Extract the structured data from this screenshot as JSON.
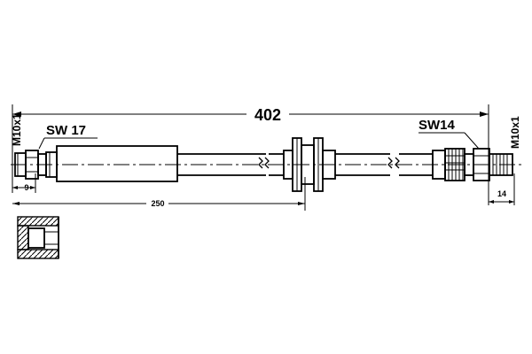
{
  "dimensions": {
    "overall_length": "402",
    "inner_length": "250",
    "left_fitting_length": "9",
    "right_fitting_length": "14"
  },
  "threads": {
    "left": "M10x1",
    "right": "M10x1"
  },
  "wrench_sizes": {
    "left": "SW 17",
    "right": "SW14"
  }
}
